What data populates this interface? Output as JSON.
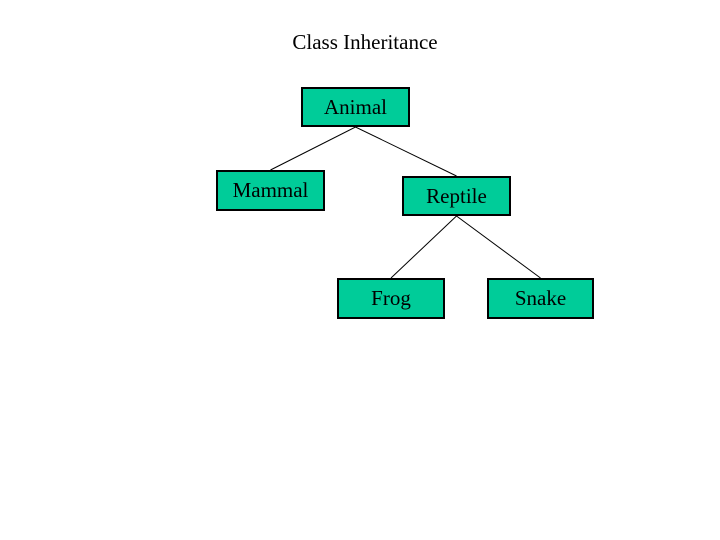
{
  "title": "Class Inheritance",
  "diagram": {
    "node_fill": "#00CC99",
    "node_border": "#000000",
    "edge_color": "#000000",
    "nodes": [
      {
        "id": "animal",
        "label": "Animal"
      },
      {
        "id": "mammal",
        "label": "Mammal"
      },
      {
        "id": "reptile",
        "label": "Reptile"
      },
      {
        "id": "frog",
        "label": "Frog"
      },
      {
        "id": "snake",
        "label": "Snake"
      }
    ],
    "edges": [
      {
        "from": "animal",
        "to": "mammal"
      },
      {
        "from": "animal",
        "to": "reptile"
      },
      {
        "from": "reptile",
        "to": "frog"
      },
      {
        "from": "reptile",
        "to": "snake"
      }
    ]
  }
}
